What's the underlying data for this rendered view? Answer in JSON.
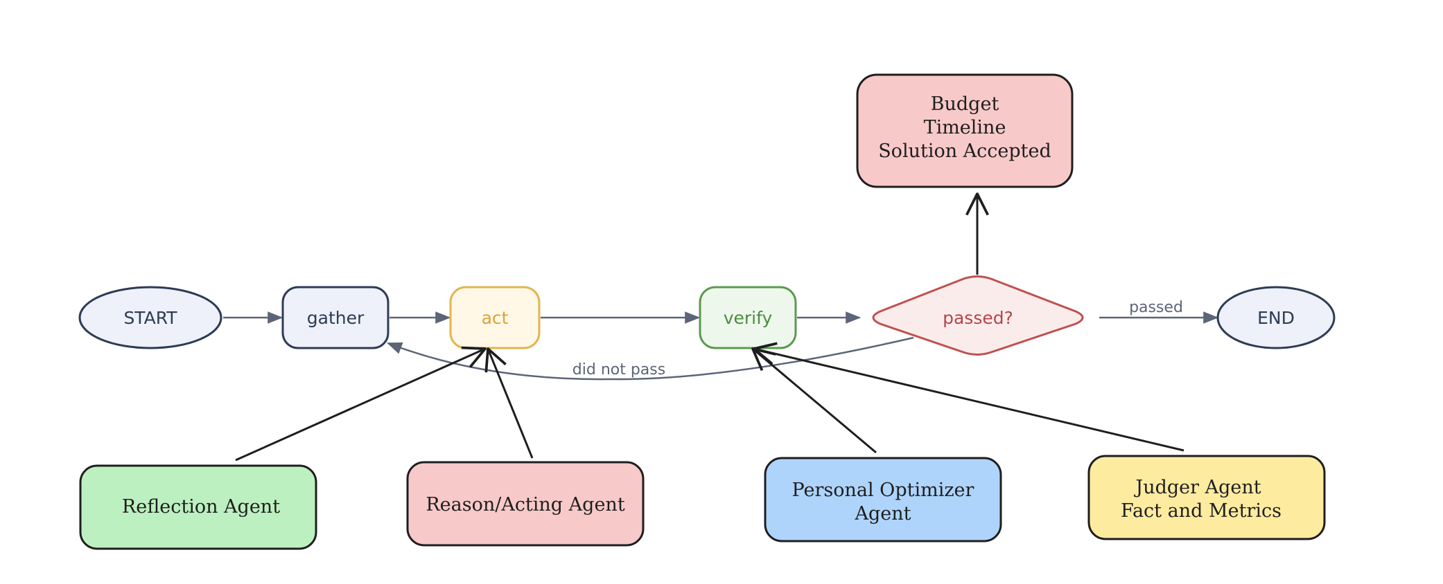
{
  "flow": {
    "start": "START",
    "gather": "gather",
    "act": "act",
    "verify": "verify",
    "decision": "passed?",
    "end": "END",
    "edge_passed": "passed",
    "edge_failed": "did not pass"
  },
  "outcome_box": {
    "line1": "Budget",
    "line2": "Timeline",
    "line3": "Solution Accepted"
  },
  "agents": {
    "reflection": "Reflection Agent",
    "reason_acting": "Reason/Acting Agent",
    "optimizer_line1": "Personal Optimizer",
    "optimizer_line2": "Agent",
    "judger_line1": "Judger Agent",
    "judger_line2": "Fact and Metrics"
  },
  "colors": {
    "flow_stroke": "#2d3b55",
    "flow_fill": "#eef1f9",
    "act_stroke": "#e2b54e",
    "act_fill": "#fff8e6",
    "act_text": "#d9a43a",
    "verify_stroke": "#5a9a4e",
    "verify_fill": "#eef7ec",
    "verify_text": "#4d8b42",
    "decision_stroke": "#c0504d",
    "decision_fill": "#fbecec",
    "decision_text": "#b5454a",
    "edge": "#5b6577",
    "green_box": "#bdf0c0",
    "pink_box": "#f8c9c9",
    "blue_box": "#aed4fb",
    "yellow_box": "#fdeba0"
  }
}
